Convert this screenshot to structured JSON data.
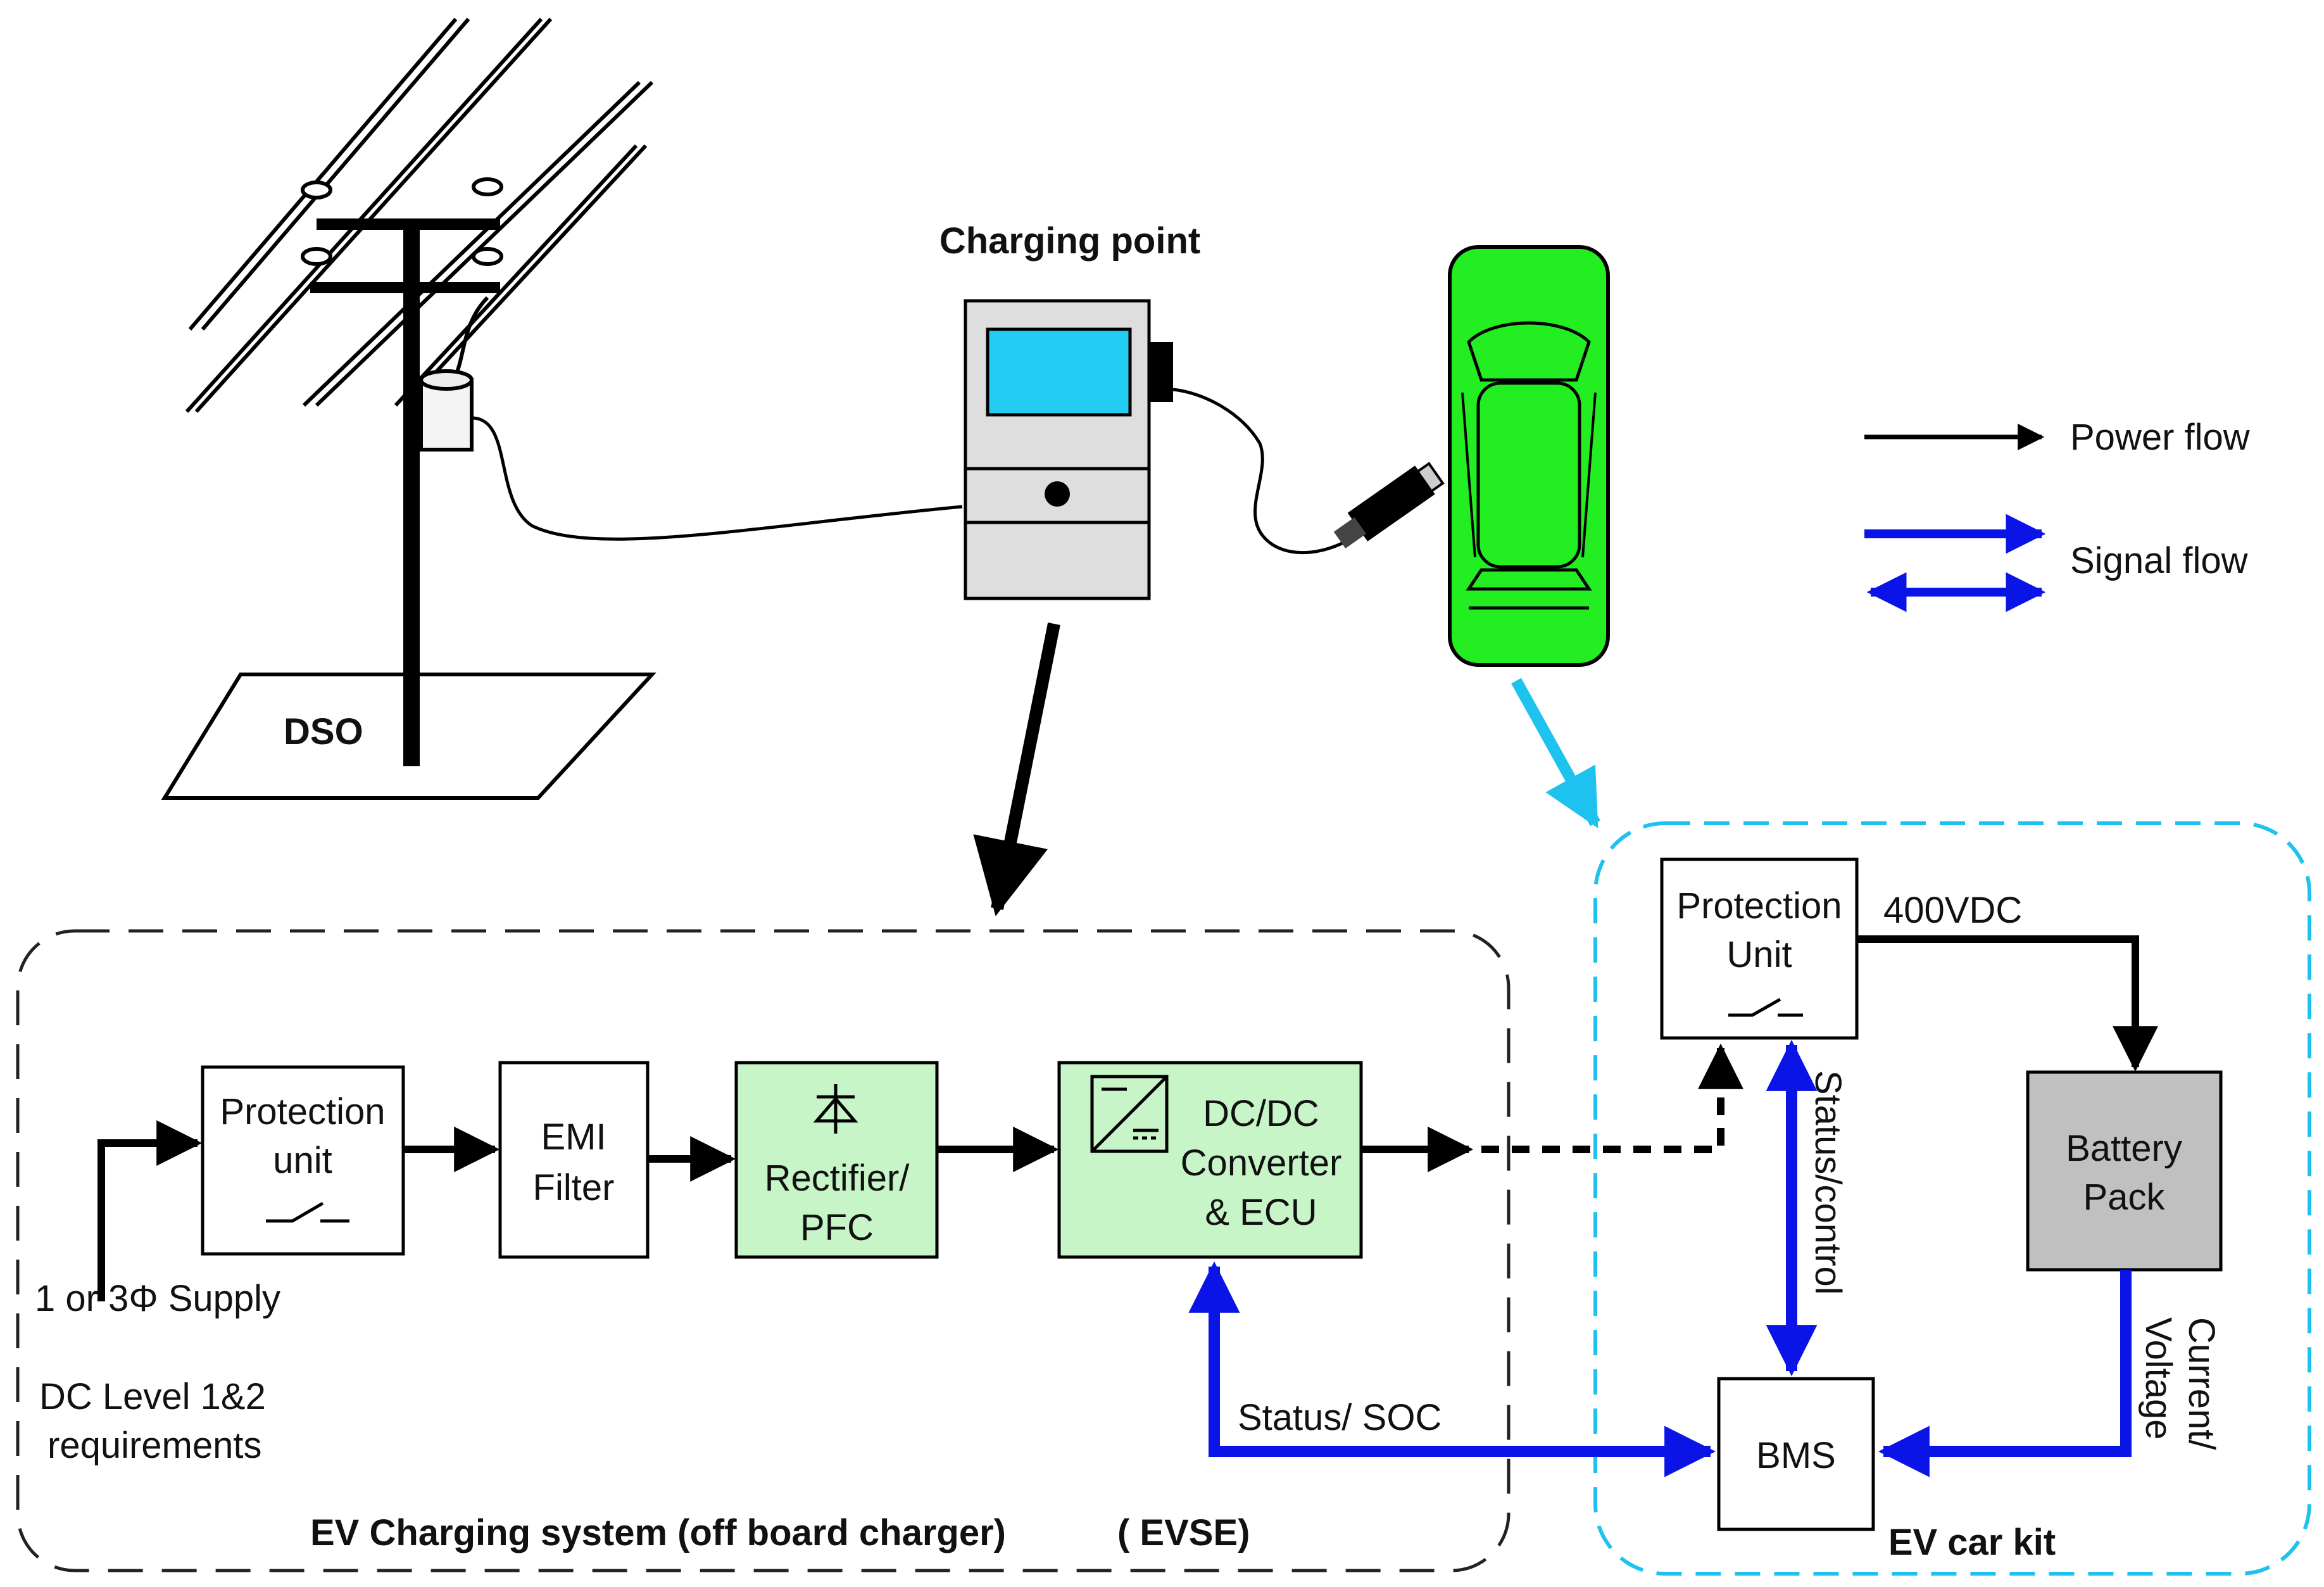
{
  "colors": {
    "power": "#000000",
    "signal": "#0a14e6",
    "link": "#1ec2ef",
    "green_block": "#c7f5c7",
    "battery": "#c0c0c0",
    "car": "#22ee22",
    "screen": "#22ccf2",
    "charger_body": "#dedede"
  },
  "scene": {
    "dso_label": "DSO",
    "charging_point_label": "Charging point"
  },
  "legend": {
    "power_flow": "Power flow",
    "signal_flow": "Signal flow"
  },
  "evse": {
    "title": "EV Charging system (off board charger)",
    "title_suffix": "( EVSE)",
    "supply_label": "1 or 3Φ Supply",
    "requirements_line1": "DC Level 1&2",
    "requirements_line2": "requirements",
    "protection_line1": "Protection",
    "protection_line2": "unit",
    "emi_line1": "EMI",
    "emi_line2": "Filter",
    "rectifier_line1": "Rectifier/",
    "rectifier_line2": "PFC",
    "dcdc_line1": "DC/DC",
    "dcdc_line2": "Converter",
    "dcdc_line3": "& ECU",
    "status_soc": "Status/ SOC"
  },
  "ev": {
    "title": "EV car kit",
    "protection_line1": "Protection",
    "protection_line2": "Unit",
    "voltage": "400VDC",
    "battery_line1": "Battery",
    "battery_line2": "Pack",
    "bms": "BMS",
    "status_control": "Status/control",
    "current_voltage_line1": "Current/",
    "current_voltage_line2": "Voltage"
  }
}
